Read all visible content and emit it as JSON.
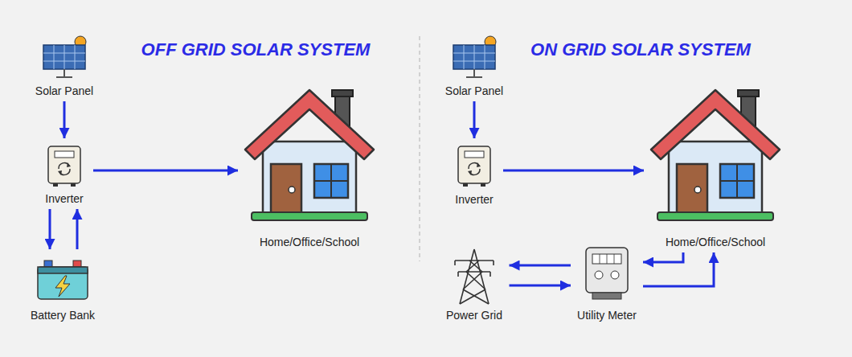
{
  "diagram": {
    "nodes": [
      {
        "text": [
          "Solar Panel"
        ]
      },
      {
        "text": [
          "Inverter"
        ]
      },
      {
        "text": [
          "Battery Bank"
        ]
      },
      {
        "text": [
          "Home/Office/School"
        ]
      },
      {
        "text": [
          "Solar Panel"
        ]
      },
      {
        "text": [
          "Inverter"
        ]
      },
      {
        "text": [
          "Home/Office/School"
        ]
      },
      {
        "text": [
          "Power Grid"
        ]
      },
      {
        "text": [
          "Utility Meter"
        ]
      }
    ],
    "edges": [
      {
        "from": 0,
        "to": 1,
        "arrow": "to"
      },
      {
        "from": 1,
        "to": 2,
        "arrow": "to"
      },
      {
        "from": 2,
        "to": 1,
        "arrow": "to"
      },
      {
        "from": 1,
        "to": 3,
        "arrow": "to"
      },
      {
        "from": 4,
        "to": 5,
        "arrow": "to"
      },
      {
        "from": 5,
        "to": 6,
        "arrow": "to"
      },
      {
        "from": 8,
        "to": 7,
        "arrow": "to"
      },
      {
        "from": 7,
        "to": 8,
        "arrow": "to"
      },
      {
        "from": 6,
        "to": 8,
        "arrow": "to"
      },
      {
        "from": 8,
        "to": 6,
        "arrow": "to"
      }
    ],
    "labels": [
      "OFF GRID SOLAR SYSTEM",
      "ON GRID SOLAR SYSTEM"
    ]
  }
}
